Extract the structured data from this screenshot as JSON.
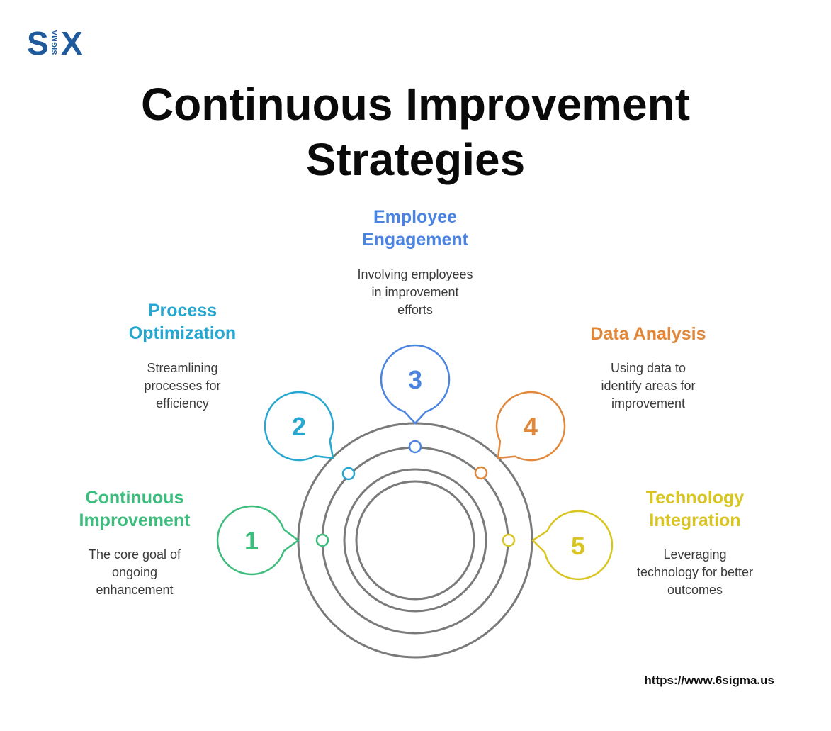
{
  "logo": {
    "s": "S",
    "x": "X",
    "sigma": "SIGMA"
  },
  "title": {
    "line1": "Continuous Improvement",
    "line2": "Strategies"
  },
  "steps": [
    {
      "number": "1",
      "title_line1": "Continuous",
      "title_line2": "Improvement",
      "desc_line1": "The core goal of",
      "desc_line2": "ongoing",
      "desc_line3": "enhancement",
      "color": "#3dbd7d"
    },
    {
      "number": "2",
      "title_line1": "Process",
      "title_line2": "Optimization",
      "desc_line1": "Streamlining",
      "desc_line2": "processes for",
      "desc_line3": "efficiency",
      "color": "#26a7d0"
    },
    {
      "number": "3",
      "title_line1": "Employee",
      "title_line2": "Engagement",
      "desc_line1": "Involving employees",
      "desc_line2": "in improvement",
      "desc_line3": "efforts",
      "color": "#4a84e0"
    },
    {
      "number": "4",
      "title_line1": "Data Analysis",
      "title_line2": "",
      "desc_line1": "Using data to",
      "desc_line2": "identify areas for",
      "desc_line3": "improvement",
      "color": "#e0873a"
    },
    {
      "number": "5",
      "title_line1": "Technology",
      "title_line2": "Integration",
      "desc_line1": "Leveraging",
      "desc_line2": "technology for better",
      "desc_line3": "outcomes",
      "color": "#d9c51f"
    }
  ],
  "ring_color": "#7a7a7a",
  "footer": {
    "url": "https://www.6sigma.us"
  }
}
